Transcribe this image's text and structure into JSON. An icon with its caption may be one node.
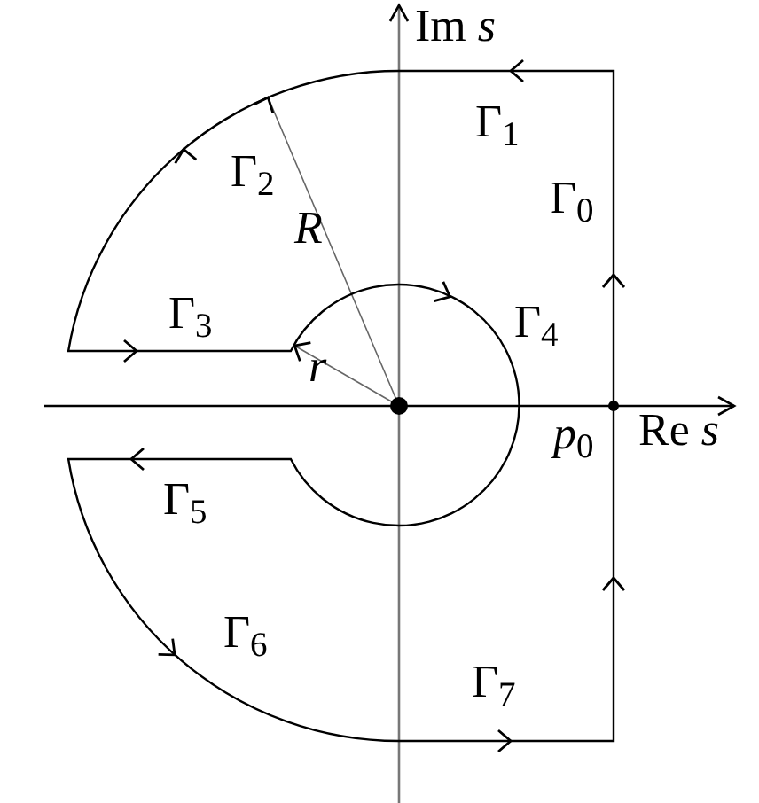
{
  "diagram": {
    "labels": [
      "Im *s*",
      "Γ$_{1}$",
      "Γ$_{2}$",
      "R",
      "Γ$_{0}$",
      "Γ$_{3}$",
      "Γ$_{4}$",
      "r",
      "*p*$_{0}$",
      "Re *s*",
      "Γ$_{5}$",
      "Γ$_{6}$",
      "Γ$_{7}$"
    ]
  }
}
